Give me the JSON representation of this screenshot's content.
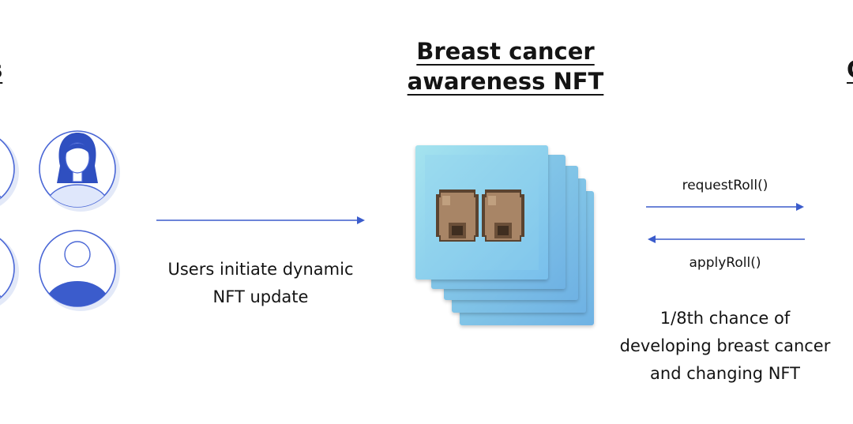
{
  "headings": {
    "left_fragment": "s",
    "center_line1": "Breast cancer",
    "center_line2": "awareness NFT",
    "right_fragment": "C"
  },
  "arrows": {
    "request_label": "requestRoll()",
    "apply_label": "applyRoll()"
  },
  "captions": {
    "users_line1": "Users initiate dynamic",
    "users_line2": "NFT update",
    "chance_line1": "1/8th chance of",
    "chance_line2": "developing breast cancer",
    "chance_line3": "and changing NFT"
  },
  "icons": {
    "user_avatars": [
      "user-avatar-icon",
      "user-avatar-female-icon",
      "user-avatar-icon",
      "user-avatar-male-icon"
    ],
    "nft_card": "nft-stack-icon"
  },
  "colors": {
    "accent_blue": "#3b5ccc",
    "avatar_fill": "#dfe7fb",
    "avatar_ring": "#4a67d6",
    "card_top": "#9fe0ec",
    "card_bottom": "#7cc3ec",
    "pixel_brown": "#a88566"
  }
}
